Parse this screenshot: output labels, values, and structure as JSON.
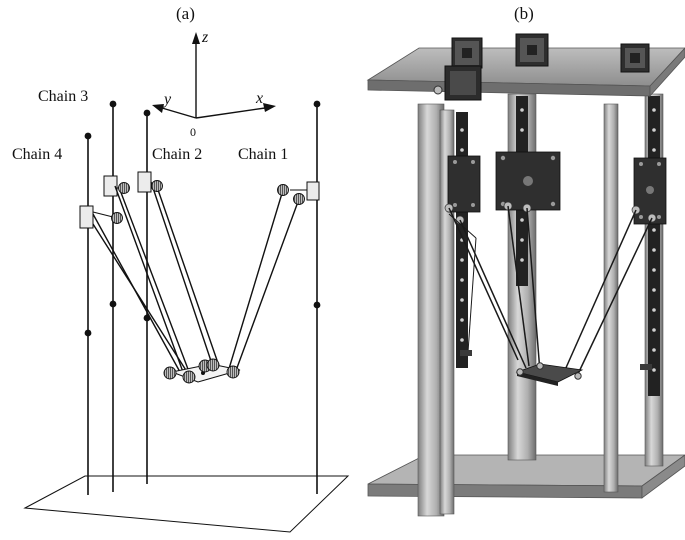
{
  "panels": {
    "a_label": "(a)",
    "b_label": "(b)"
  },
  "axes": {
    "z": "z",
    "y": "y",
    "x": "x",
    "origin": "0"
  },
  "chains": {
    "chain_1": "Chain 1",
    "chain_2": "Chain 2",
    "chain_3": "Chain 3",
    "chain_4": "Chain 4"
  },
  "colors": {
    "line": "#111111",
    "joint_fill": "#9a9a9a",
    "slider_fill": "#e8e8e8",
    "metal_light": "#c9c9c9",
    "metal_mid": "#9b9b9b",
    "metal_dark": "#3a3a3a",
    "plate": "#a8a8a8"
  }
}
